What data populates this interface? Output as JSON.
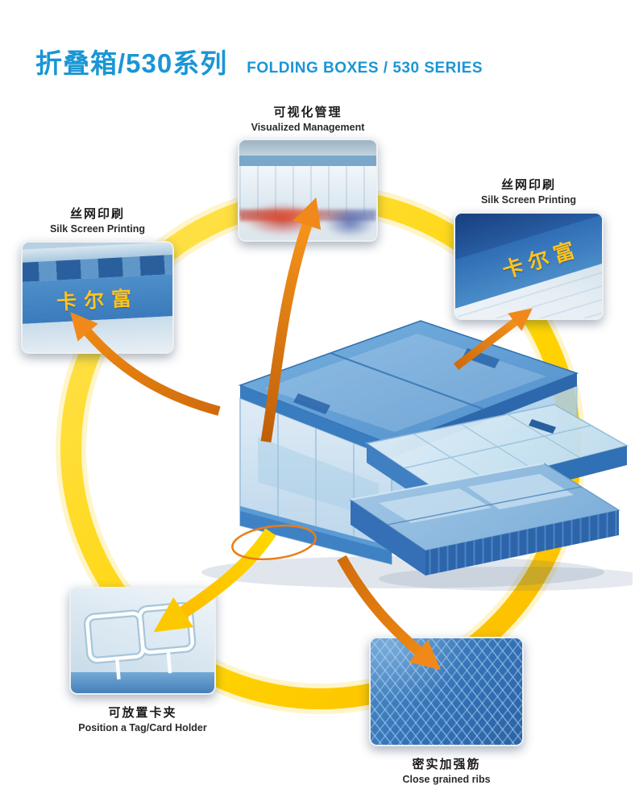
{
  "header": {
    "title_cn": "折叠箱/530系列",
    "title_en": "FOLDING BOXES / 530 SERIES"
  },
  "product": {
    "brand_text": "卡尔富"
  },
  "callouts": {
    "visualized": {
      "label_cn": "可视化管理",
      "label_en": "Visualized Management"
    },
    "silk_right": {
      "label_cn": "丝网印刷",
      "label_en": "Silk Screen Printing"
    },
    "silk_left": {
      "label_cn": "丝网印刷",
      "label_en": "Silk Screen Printing"
    },
    "card_holder": {
      "label_cn": "可放置卡夹",
      "label_en": "Position a Tag/Card Holder"
    },
    "ribs": {
      "label_cn": "密实加强筋",
      "label_en": "Close grained ribs"
    }
  },
  "colors": {
    "title_blue": "#1a96d5",
    "ring_yellow": "#ffd400",
    "arrow_orange": "#ee8311",
    "brand_yellow": "#ffc420",
    "box_blue": "#3a7cc0"
  }
}
